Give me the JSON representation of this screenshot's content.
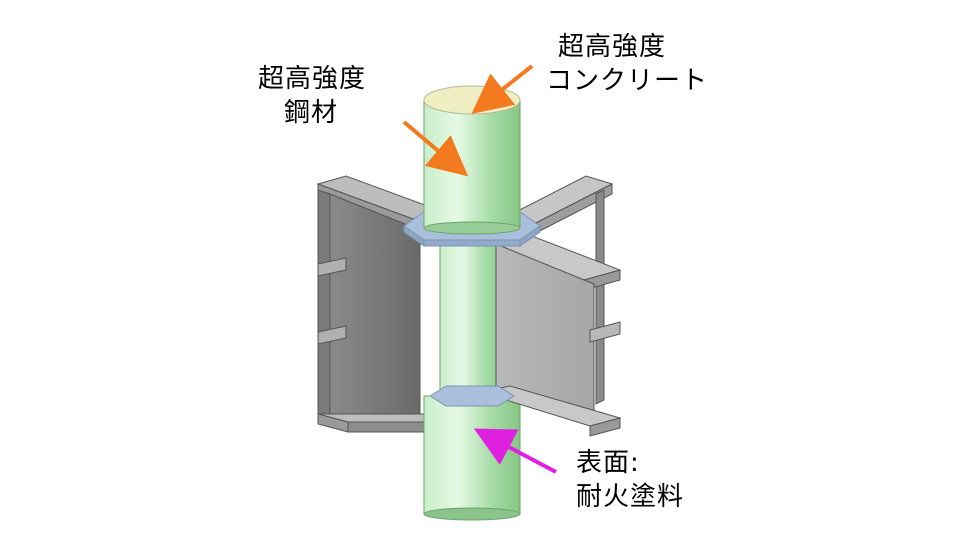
{
  "labels": {
    "steel": {
      "line1": "超高強度",
      "line2": "鋼材",
      "arrow_color": "#f47a20"
    },
    "concrete": {
      "line1": "超高強度",
      "line2": "コンクリート",
      "arrow_color": "#f47a20"
    },
    "coating": {
      "line1": "表面:",
      "line2": "耐火塗料",
      "arrow_color": "#e020e0"
    }
  },
  "colors": {
    "column_light": "#dcf5dc",
    "column_mid": "#a8e0a8",
    "column_dark": "#7fc07f",
    "column_top": "#f0efc4",
    "plate_fill": "#a9bfdc",
    "beam_light": "#c4c4c4",
    "beam_mid": "#9c9c9c",
    "beam_dark": "#6c6c6c",
    "beam_edge": "#555555"
  },
  "icons": {
    "steel_arrow": "arrow-icon",
    "concrete_arrow": "arrow-icon",
    "coating_arrow": "arrow-icon"
  }
}
